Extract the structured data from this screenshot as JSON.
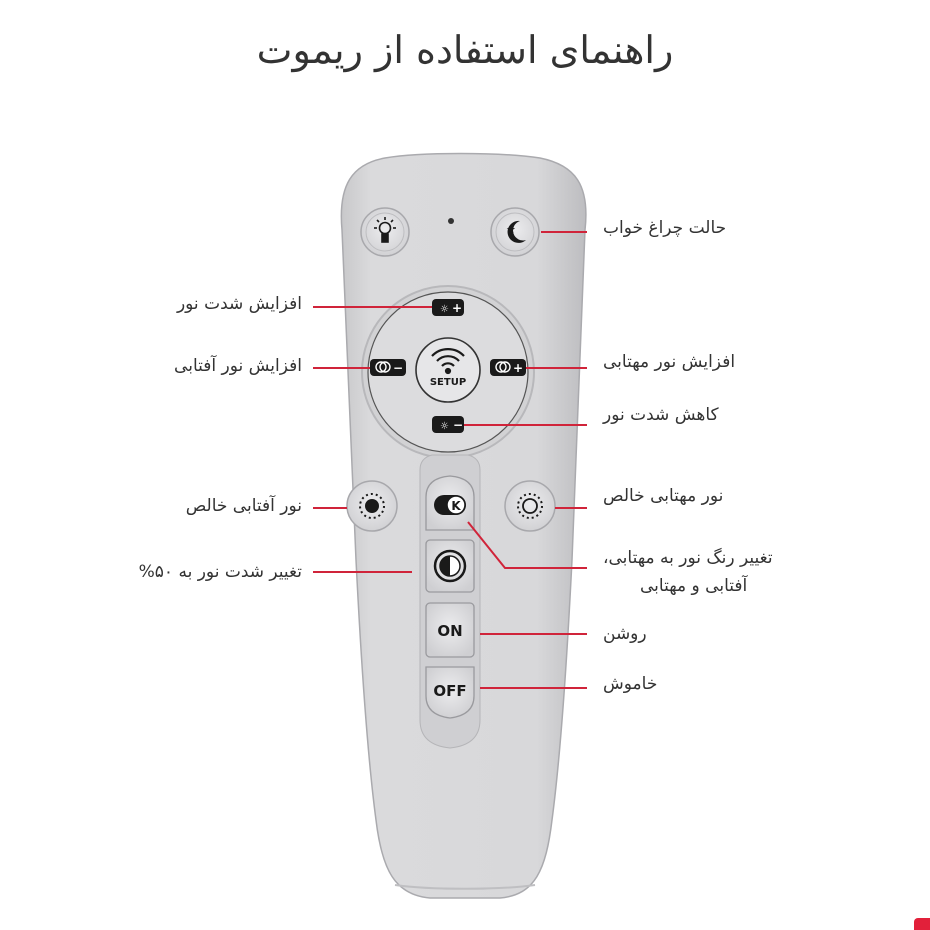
{
  "title": "راهنمای استفاده از ریموت",
  "remote": {
    "buttons": {
      "night_light_icon": "bulb-icon",
      "sleep_mode_icon": "moon-star-icon",
      "brightness_up_icon": "sun-plus-icon",
      "brightness_down_icon": "sun-minus-icon",
      "warm_down_icon": "cct-minus-icon",
      "warm_up_icon": "cct-plus-icon",
      "setup_label": "SETUP",
      "setup_icon": "wifi-icon",
      "pure_sun_icon": "sun-filled-icon",
      "pure_moon_icon": "sun-outline-icon",
      "color_toggle_label": "K",
      "half_brightness_icon": "half-circle-icon",
      "on_label": "ON",
      "off_label": "OFF"
    }
  },
  "annotations": {
    "sleep_mode": "حالت چراغ خواب",
    "brightness_up": "افزایش شدت نور",
    "sunlight_up": "افزایش نور آفتابی",
    "moonlight_up": "افزایش نور مهتابی",
    "brightness_down": "کاهش شدت نور",
    "pure_sunlight": "نور آفتابی خالص",
    "pure_moonlight": "نور مهتابی خالص",
    "half_brightness": "تغییر شدت نور به ۵۰%",
    "color_change_line1": "تغییر رنگ نور به مهتابی،",
    "color_change_line2": "آفتابی و مهتابی",
    "on": "روشن",
    "off": "خاموش"
  },
  "colors": {
    "accent_line": "#d0243a",
    "remote_body": "#d6d6d8",
    "button_face": "#e4e4e6",
    "icon_dark": "#1a1a1a",
    "text": "#333333"
  }
}
